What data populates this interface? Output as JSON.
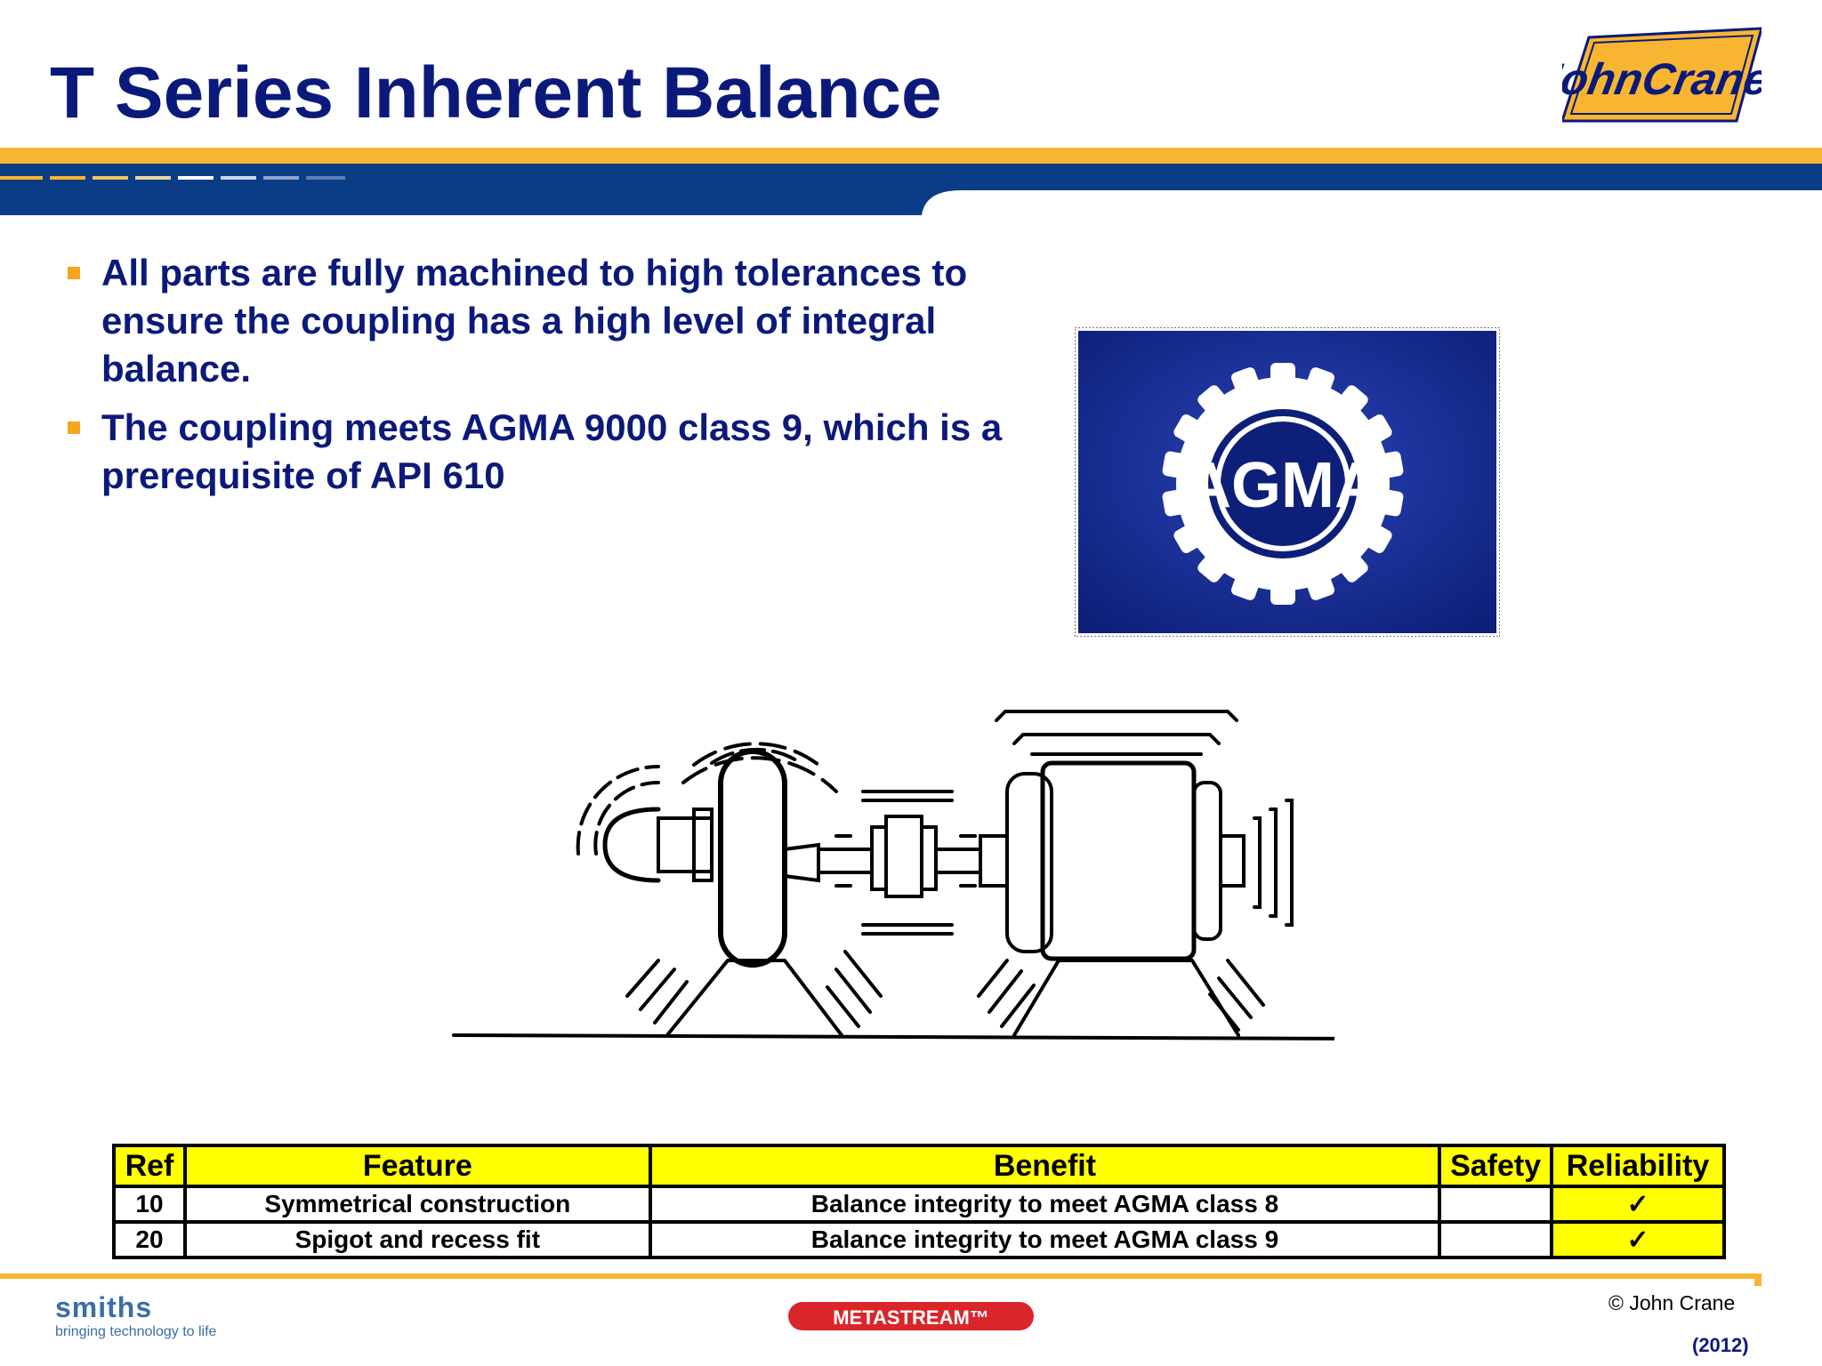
{
  "slide": {
    "title": "T Series Inherent Balance",
    "bullets": [
      "All parts are fully machined to high tolerances to ensure the coupling has a high level of integral balance.",
      "The coupling meets AGMA 9000 class 9, which is a prerequisite of API 610"
    ]
  },
  "logos": {
    "john_crane": "JohnCrane",
    "agma": "AGMA",
    "smiths_name": "smiths",
    "smiths_tagline": "bringing technology to life",
    "metastream": "METASTREAM™"
  },
  "table": {
    "headers": [
      "Ref",
      "Feature",
      "Benefit",
      "Safety",
      "Reliability"
    ],
    "rows": [
      {
        "ref": "10",
        "feature": "Symmetrical construction",
        "benefit": "Balance integrity to meet AGMA class 8",
        "safety": "",
        "reliability": "✓"
      },
      {
        "ref": "20",
        "feature": "Spigot and recess fit",
        "benefit": "Balance integrity to meet AGMA class 9",
        "safety": "",
        "reliability": "✓"
      }
    ]
  },
  "footer": {
    "copyright": "© John Crane",
    "year": "(2012)"
  },
  "colors": {
    "title_blue": "#0b1a7a",
    "accent_orange": "#f7a51c",
    "band_blue": "#0b3d86",
    "table_yellow": "#ffff00"
  }
}
